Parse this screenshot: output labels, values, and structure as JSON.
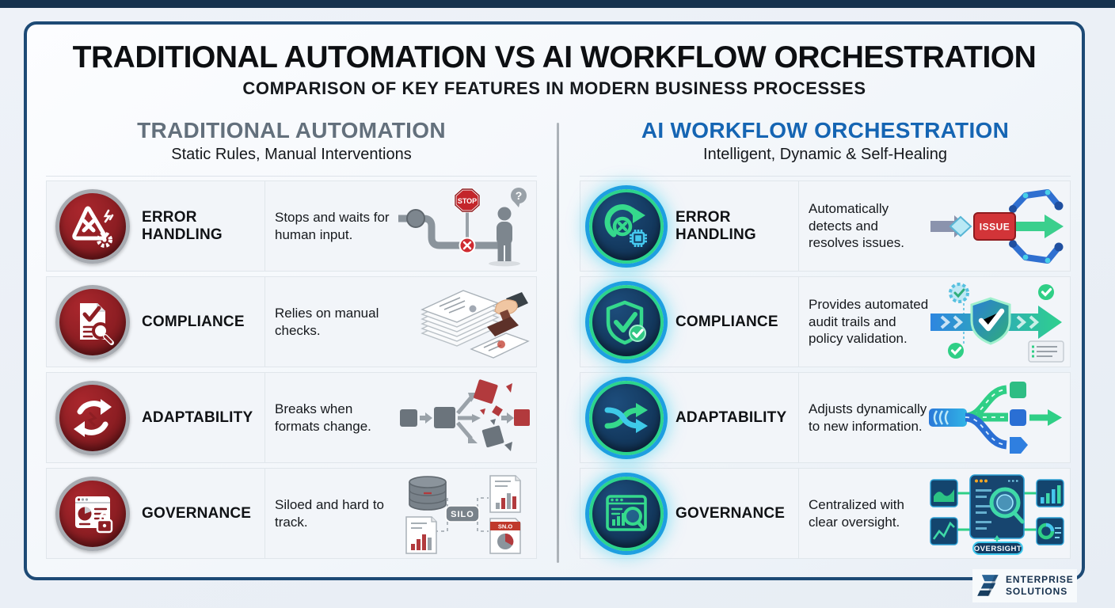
{
  "header": {
    "title": "TRADITIONAL AUTOMATION VS AI WORKFLOW ORCHESTRATION",
    "subtitle": "COMPARISON OF KEY FEATURES IN MODERN BUSINESS PROCESSES"
  },
  "columns": {
    "traditional": {
      "title": "TRADITIONAL AUTOMATION",
      "subtitle": "Static Rules, Manual Interventions",
      "accent_color": "#63707c",
      "icon_theme_color": "#8d1e23",
      "rows": [
        {
          "label": "ERROR HANDLING",
          "description": "Stops and waits for human input.",
          "icon": "warning-triangle-gear-icon",
          "illustration": "stop-sign-human-wait"
        },
        {
          "label": "COMPLIANCE",
          "description": "Relies on manual checks.",
          "icon": "document-check-magnifier-icon",
          "illustration": "paper-stack-hand-stamp"
        },
        {
          "label": "ADAPTABILITY",
          "description": "Breaks when formats change.",
          "icon": "broken-refresh-arrows-icon",
          "illustration": "blocks-shattering"
        },
        {
          "label": "GOVERNANCE",
          "description": "Siloed and hard to track.",
          "icon": "dashboard-lock-icon",
          "illustration": "siloed-files-database"
        }
      ]
    },
    "ai": {
      "title": "AI WORKFLOW ORCHESTRATION",
      "subtitle": "Intelligent, Dynamic & Self-Healing",
      "accent_color": "#1565b3",
      "icon_theme_color": "#2cd48d",
      "rows": [
        {
          "label": "ERROR HANDLING",
          "description": "Automatically detects and resolves issues.",
          "icon": "auto-repair-cycle-chip-icon",
          "illustration": "robotic-arms-resolve-issue"
        },
        {
          "label": "COMPLIANCE",
          "description": "Provides automated audit trails and policy validation.",
          "icon": "shield-check-icon",
          "illustration": "audit-trail-arrow-shield"
        },
        {
          "label": "ADAPTABILITY",
          "description": "Adjusts dynamically to new information.",
          "icon": "shuffle-arrows-icon",
          "illustration": "pipe-branching-flows"
        },
        {
          "label": "GOVERNANCE",
          "description": "Centralized with clear oversight.",
          "icon": "dashboard-magnifier-icon",
          "illustration": "central-dashboard-oversight"
        }
      ]
    }
  },
  "illustration_labels": {
    "stop": "STOP",
    "question": "?",
    "issue": "ISSUE",
    "silo": "SILO",
    "sno": "SN.O",
    "oversight": "OVERSIGHT"
  },
  "footer": {
    "brand_line1": "ENTERPRISE",
    "brand_line2": "SOLUTIONS"
  },
  "colors": {
    "frame_border": "#1d4a75",
    "top_bar": "#16324e",
    "traditional_icon_red": "#8d1e23",
    "ai_glow_green": "#2cd48d",
    "ai_glow_blue": "#1e9fe0",
    "row_background": "#f2f5f9"
  }
}
